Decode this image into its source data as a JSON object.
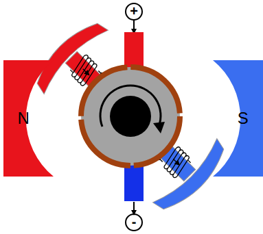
{
  "diagram": {
    "nodes": [
      {
        "text": [
          "N"
        ]
      },
      {
        "text": [
          "S"
        ]
      }
    ],
    "labels": [
      "+",
      "-"
    ]
  }
}
